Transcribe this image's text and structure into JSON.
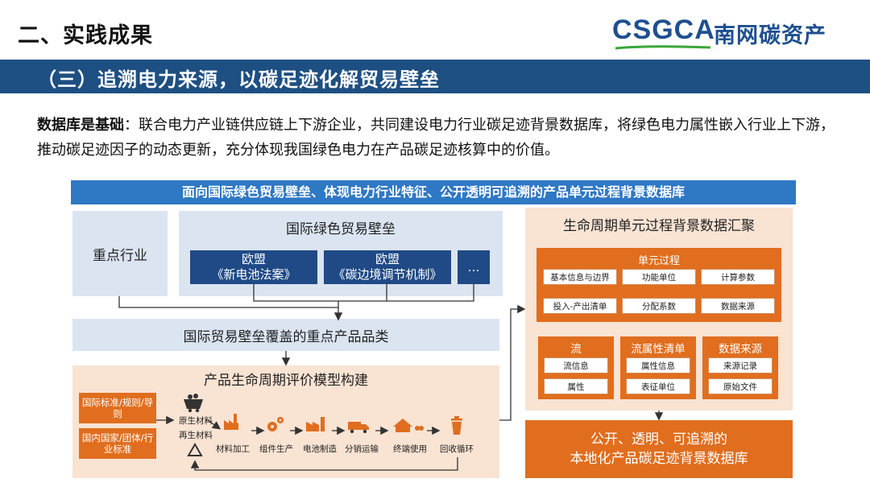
{
  "header": {
    "title": "二、实践成果",
    "logo_latin": "CSGCA",
    "logo_cn": "南网碳资产"
  },
  "banner": {
    "text": "（三）追溯电力来源，以碳足迹化解贸易壁垒"
  },
  "intro": {
    "lead": "数据库是基础",
    "text": "：联合电力产业链供应链上下游企业，共同建设电力行业碳足迹背景数据库，将绿色电力属性嵌入行业上下游，推动碳足迹因子的动态更新，充分体现我国绿色电力在产品碳足迹核算中的价值。"
  },
  "diagram": {
    "header": "面向国际绿色贸易壁垒、体现电力行业特征、公开透明可追溯的产品单元过程背景数据库",
    "key_industry": "重点行业",
    "trade_barrier": {
      "title": "国际绿色贸易壁垒",
      "items": [
        {
          "line1": "欧盟",
          "line2": "《新电池法案》"
        },
        {
          "line1": "欧盟",
          "line2": "《碳边境调节机制》"
        },
        {
          "line1": "…",
          "line2": ""
        }
      ]
    },
    "coverage": "国际贸易壁垒覆盖的重点产品品类",
    "lca": {
      "title": "产品生命周期评价模型构建",
      "standards": [
        "国际标准/规则/导则",
        "国内国家/团体/行业标准"
      ],
      "materials": [
        "原生材料",
        "再生材料"
      ],
      "steps": [
        "材料加工",
        "组件生产",
        "电池制造",
        "分销运输",
        "终端使用",
        "回收循环"
      ],
      "icons": [
        "mine-cart-icon",
        "recycle-icon",
        "factory-icon",
        "gears-icon",
        "battery-factory-icon",
        "truck-icon",
        "house-icon",
        "trash-bin-icon"
      ]
    },
    "summary": {
      "title": "生命周期单元过程背景数据汇聚",
      "unit_process": {
        "title": "单元过程",
        "cells": [
          "基本信息与边界",
          "功能单位",
          "计算参数",
          "投入-产出清单",
          "分配系数",
          "数据来源"
        ]
      },
      "sub_boxes": [
        {
          "title": "流",
          "cells": [
            "流信息",
            "属性"
          ]
        },
        {
          "title": "流属性清单",
          "cells": [
            "属性信息",
            "表征单位"
          ]
        },
        {
          "title": "数据来源",
          "cells": [
            "来源记录",
            "原始文件"
          ]
        }
      ]
    },
    "result": {
      "line1": "公开、透明、可追溯的",
      "line2": "本地化产品碳足迹背景数据库"
    }
  },
  "colors": {
    "navy": "#1e4f82",
    "header_blue": "#2f78c4",
    "orange": "#e06e1e",
    "light_orange": "#f9e3d3",
    "light_blue": "#dbe4f1"
  }
}
